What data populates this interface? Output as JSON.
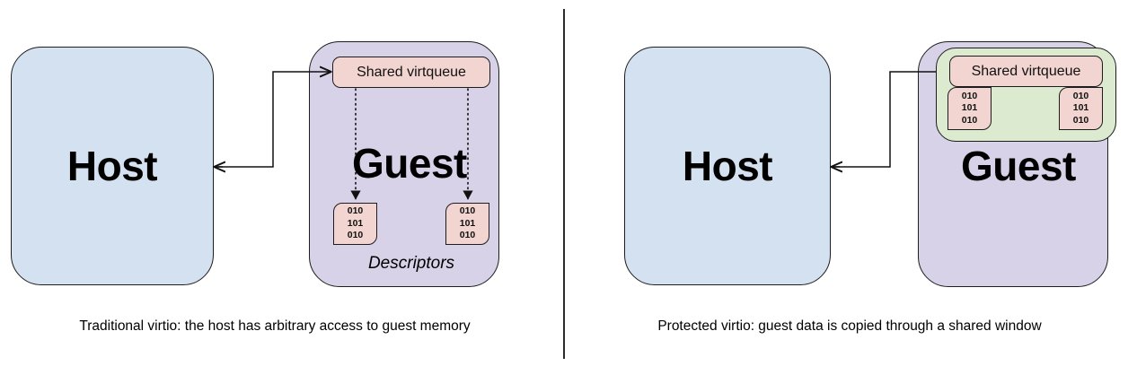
{
  "diagram": {
    "title": "Traditional vs protected virtio data paths",
    "colors": {
      "host_fill": "#d4e1f1",
      "guest_fill": "#d7d2e8",
      "queue_fill": "#f2d5d0",
      "window_fill": "#dcead0",
      "stroke": "#1d1d1d",
      "divider": "#2b2b2b",
      "background": "#ffffff"
    },
    "panels": [
      {
        "id": "traditional",
        "caption": "Traditional virtio: the host has arbitrary access to guest memory",
        "host_label": "Host",
        "guest_label": "Guest",
        "queue_label": "Shared virtqueue",
        "descriptors_caption": "Descriptors",
        "descriptors": [
          {
            "lines": [
              "010",
              "101",
              "010"
            ]
          },
          {
            "lines": [
              "010",
              "101",
              "010"
            ]
          }
        ],
        "connector": {
          "kind": "double-headed-elbow",
          "from": "Host right edge",
          "to": "Shared virtqueue left edge",
          "link_style": "solid"
        },
        "descriptor_links": "dotted arrows from shared virtqueue down to each descriptor"
      },
      {
        "id": "protected",
        "caption": "Protected virtio: guest data is copied through a shared window",
        "host_label": "Host",
        "guest_label": "Guest",
        "queue_label": "Shared virtqueue",
        "window_label": "",
        "descriptors": [
          {
            "lines": [
              "010",
              "101",
              "010"
            ]
          },
          {
            "lines": [
              "010",
              "101",
              "010"
            ]
          }
        ],
        "connector": {
          "kind": "double-headed-elbow",
          "from": "Host right edge",
          "to": "Shared virtqueue left edge",
          "link_style": "solid"
        }
      }
    ]
  }
}
